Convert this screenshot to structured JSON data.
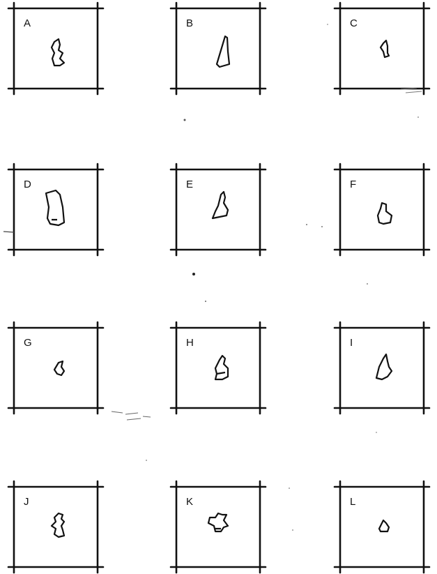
{
  "panels": [
    {
      "label": "A",
      "shape": "irregular-fragment-a"
    },
    {
      "label": "B",
      "shape": "triangular-fragment-b"
    },
    {
      "label": "C",
      "shape": "hooked-fragment-c"
    },
    {
      "label": "D",
      "shape": "tall-fragment-d"
    },
    {
      "label": "E",
      "shape": "peaked-fragment-e"
    },
    {
      "label": "F",
      "shape": "lobed-fragment-f"
    },
    {
      "label": "G",
      "shape": "small-fragment-g"
    },
    {
      "label": "H",
      "shape": "layered-fragment-h"
    },
    {
      "label": "I",
      "shape": "angular-fragment-i"
    },
    {
      "label": "J",
      "shape": "jagged-fragment-j"
    },
    {
      "label": "K",
      "shape": "star-fragment-k"
    },
    {
      "label": "L",
      "shape": "small-triangle-fragment-l"
    }
  ],
  "colors": {
    "ink": "#111111",
    "paper": "#ffffff",
    "speckle": "#777777"
  }
}
